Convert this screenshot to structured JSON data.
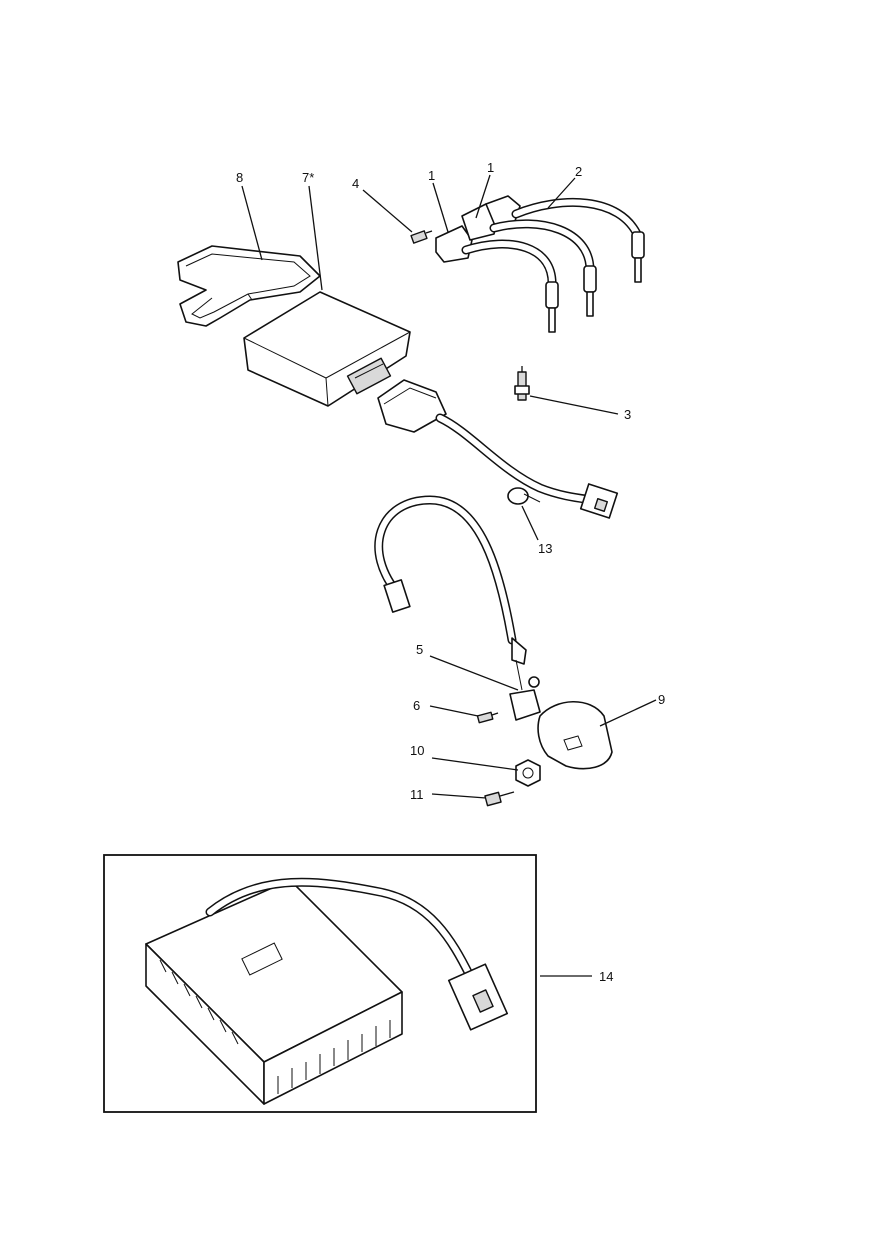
{
  "diagram": {
    "callouts": {
      "c1a": "1",
      "c1b": "1",
      "c2": "2",
      "c3": "3",
      "c4": "4",
      "c5": "5",
      "c6": "6",
      "c7": "7*",
      "c8": "8",
      "c9": "9",
      "c10": "10",
      "c11": "11",
      "c13": "13",
      "c14": "14"
    }
  }
}
